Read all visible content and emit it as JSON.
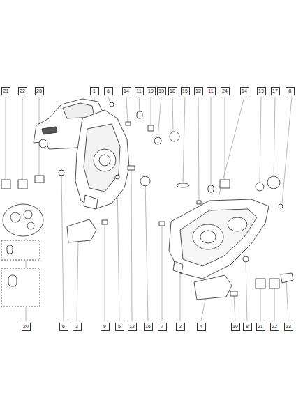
{
  "diagram": {
    "labels": [
      "21",
      "22",
      "23",
      "1",
      "6",
      "14",
      "11",
      "19",
      "13",
      "18",
      "15",
      "12",
      "11",
      "24",
      "14",
      "13",
      "17",
      "8",
      "20",
      "6",
      "3",
      "9",
      "5",
      "12",
      "16",
      "7",
      "2",
      "4",
      "10",
      "8",
      "21",
      "22",
      "23"
    ]
  }
}
